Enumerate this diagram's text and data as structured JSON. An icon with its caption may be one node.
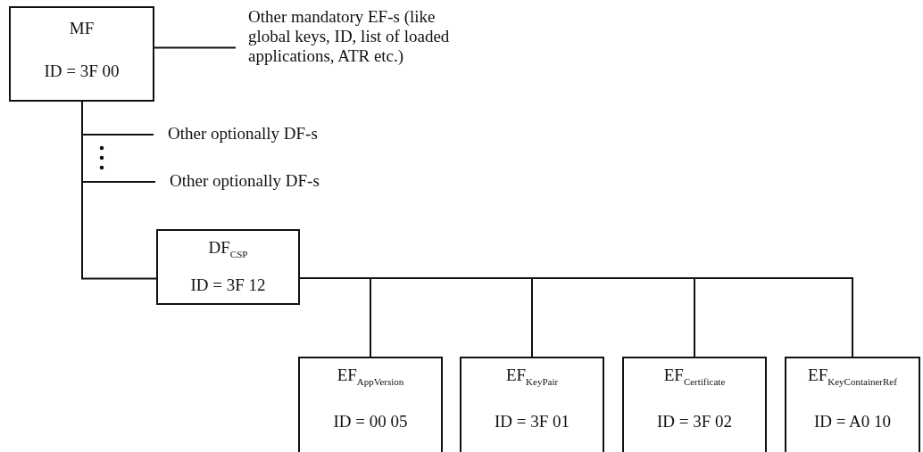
{
  "diagram": {
    "nodes": [
      {
        "text": [
          "MF",
          "ID = 3F 00"
        ]
      },
      {
        "text": [
          "Other mandatory EF-s (like global keys, ID, list of loaded applications, ATR etc.)"
        ]
      },
      {
        "text": [
          "Other optionally DF-s"
        ]
      },
      {
        "text": [
          "Other optionally DF-s"
        ]
      },
      {
        "text": [
          "DF$_{CSP}$",
          "ID = 3F 12"
        ]
      },
      {
        "text": [
          "EF$_{AppVersion}$",
          "ID = 00 05"
        ]
      },
      {
        "text": [
          "EF$_{KeyPair}$",
          "ID = 3F 01"
        ]
      },
      {
        "text": [
          "EF$_{Certificate}$",
          "ID = 3F 02"
        ]
      },
      {
        "text": [
          "EF$_{KeyContainerRef}$",
          "ID = A0 10"
        ]
      }
    ],
    "edges": [
      {
        "from": 0,
        "to": 1,
        "arrow": "none"
      },
      {
        "from": 0,
        "to": 2,
        "arrow": "none"
      },
      {
        "from": 0,
        "to": 3,
        "arrow": "none"
      },
      {
        "from": 0,
        "to": 4,
        "arrow": "none"
      },
      {
        "from": 4,
        "to": 5,
        "arrow": "none"
      },
      {
        "from": 4,
        "to": 6,
        "arrow": "none"
      },
      {
        "from": 4,
        "to": 7,
        "arrow": "none"
      },
      {
        "from": 4,
        "to": 8,
        "arrow": "none"
      }
    ]
  }
}
